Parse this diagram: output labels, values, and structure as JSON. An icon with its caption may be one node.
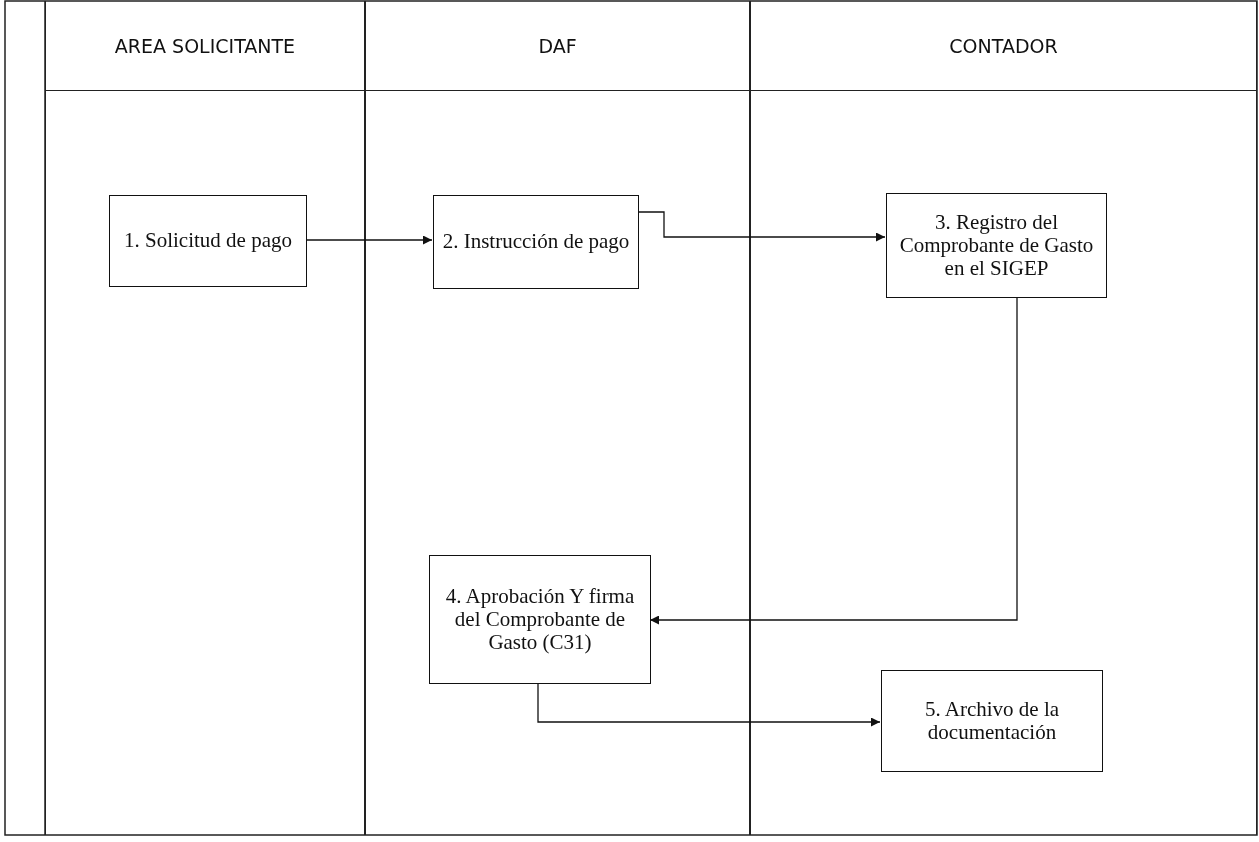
{
  "diagram": {
    "nodes": [
      {
        "text": [
          "AREA SOLICITANTE"
        ]
      },
      {
        "text": [
          "DAF"
        ]
      },
      {
        "text": [
          "CONTADOR"
        ]
      },
      {
        "text": [
          "1. Solicitud de pago"
        ],
        "in": 0
      },
      {
        "text": [
          "2. Instrucción de pago"
        ],
        "in": 1
      },
      {
        "text": [
          "3. Registro del Comprobante de Gasto en el SIGEP"
        ],
        "in": 2
      },
      {
        "text": [
          "4. Aprobación Y firma del Comprobante de Gasto (C31)"
        ],
        "in": 1
      },
      {
        "text": [
          "5. Archivo de la documentación"
        ],
        "in": 2
      }
    ],
    "edges": [
      {
        "from": 3,
        "to": 4,
        "arrow": "to"
      },
      {
        "from": 4,
        "to": 5,
        "arrow": "to"
      },
      {
        "from": 5,
        "to": 6,
        "arrow": "to"
      },
      {
        "from": 6,
        "to": 7,
        "arrow": "to"
      }
    ]
  }
}
